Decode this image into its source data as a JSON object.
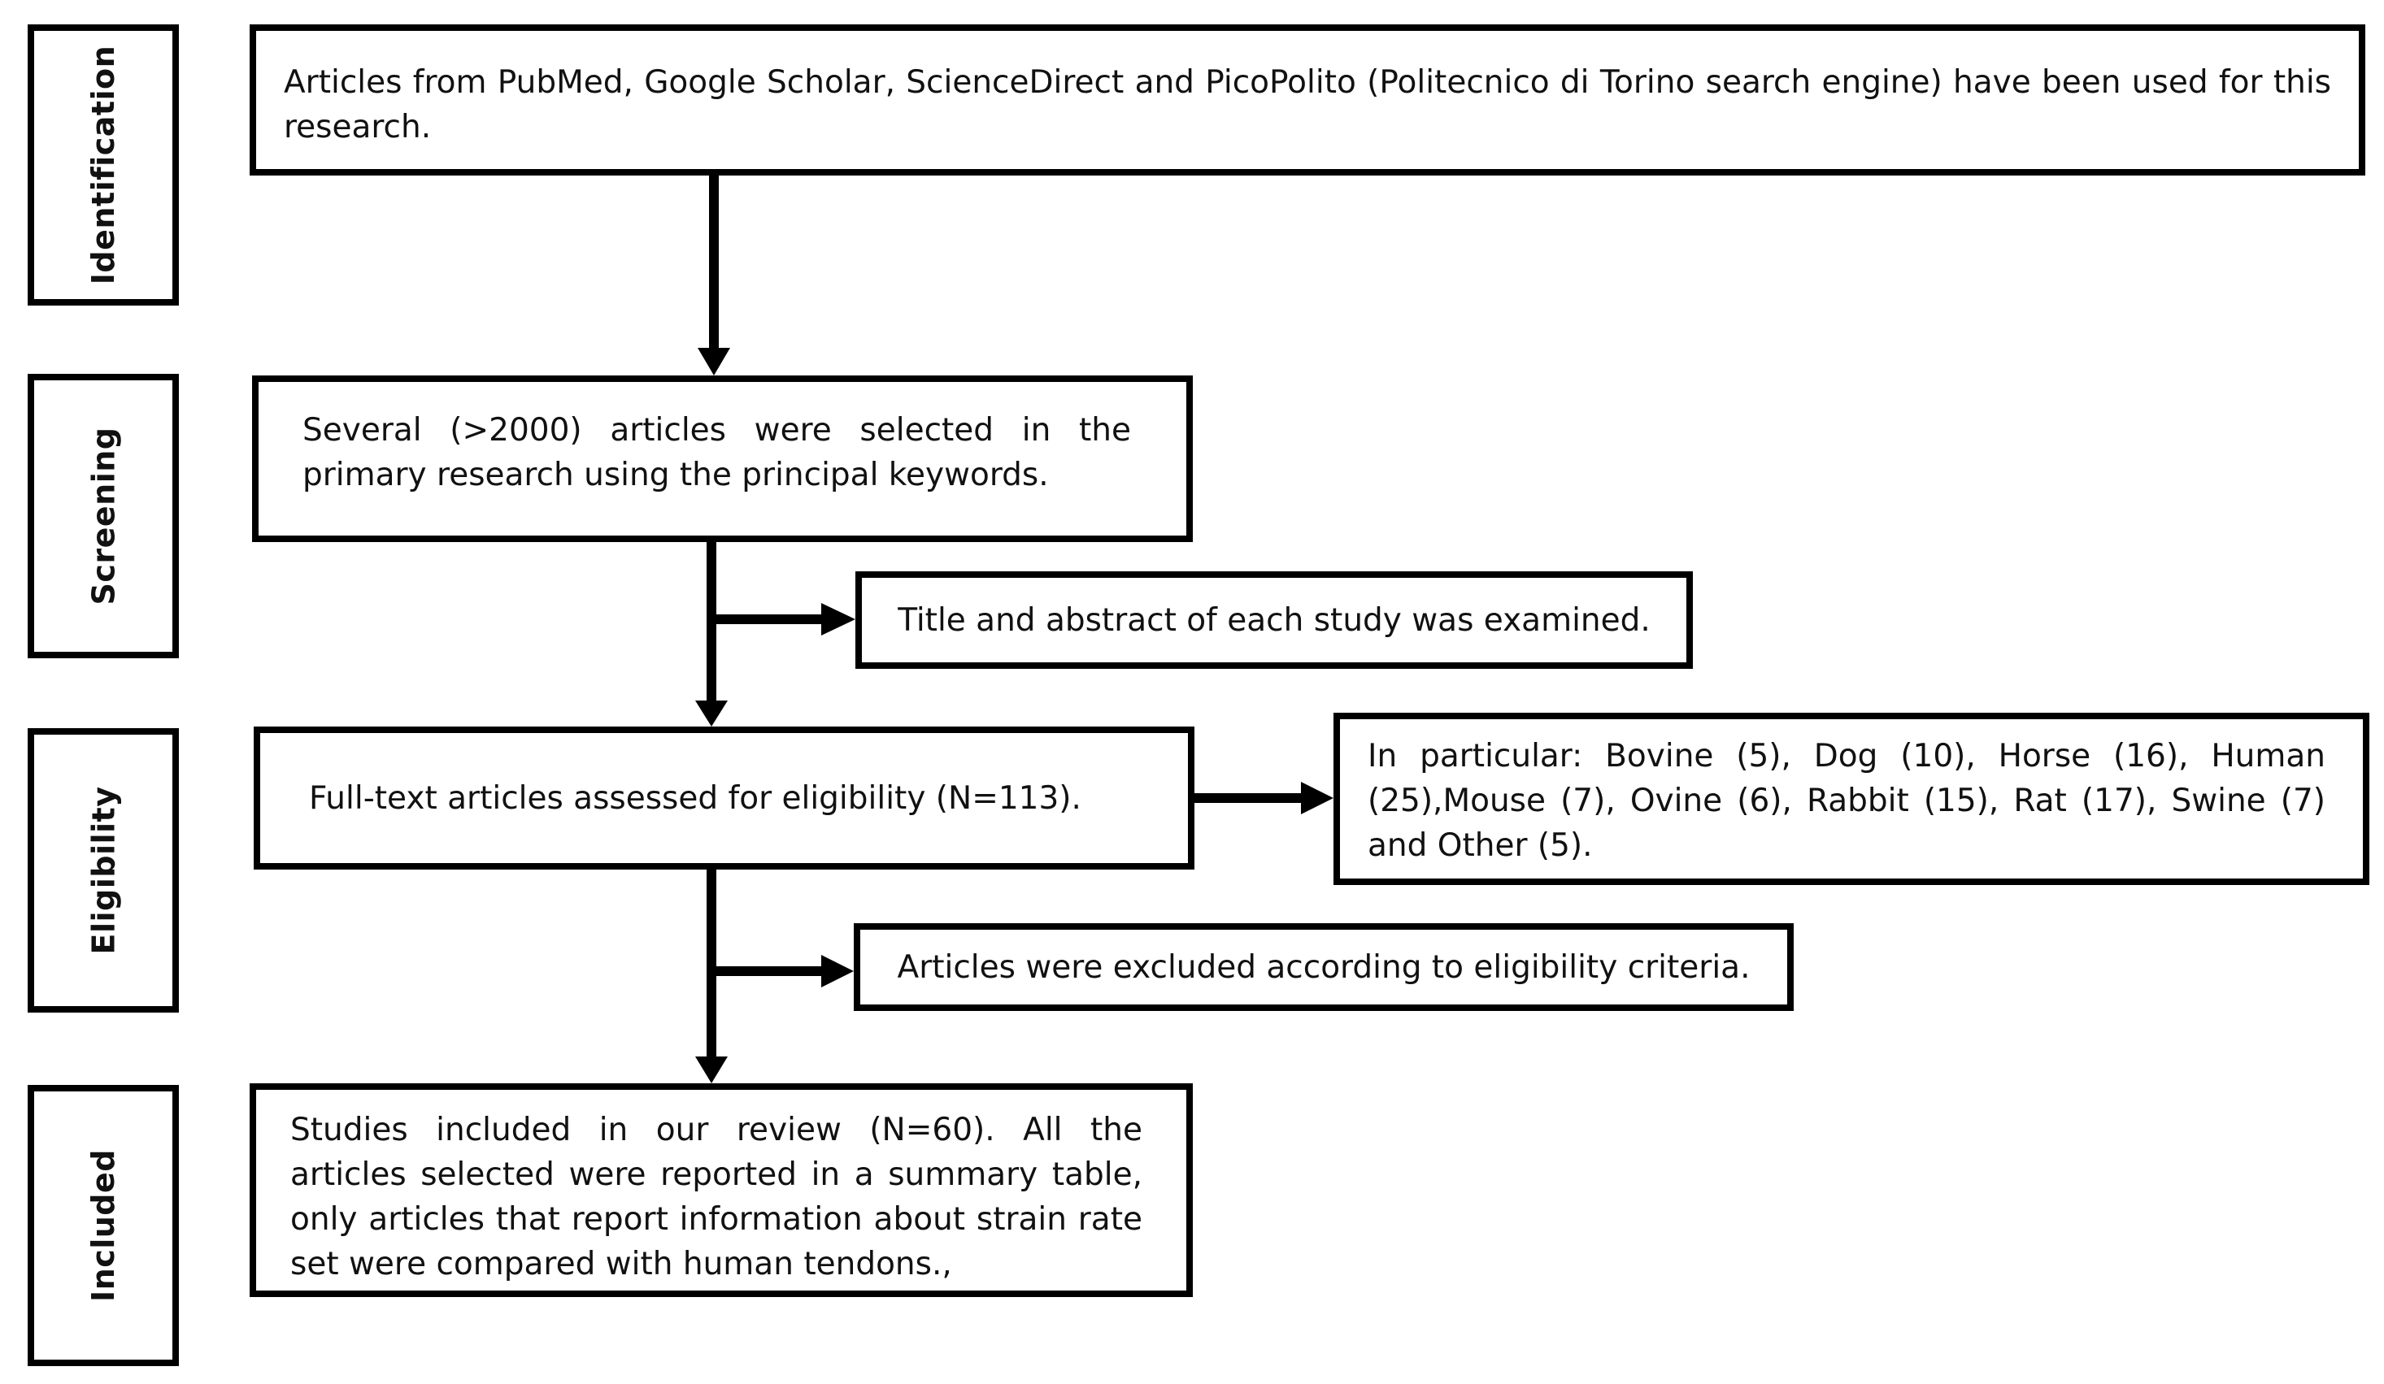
{
  "stages": {
    "identification": "Identification",
    "screening": "Screening",
    "eligibility": "Eligibility",
    "included": "Included"
  },
  "boxes": {
    "identification_text": "Articles from PubMed, Google Scholar, ScienceDirect and PicoPolito (Politecnico di Torino search engine) have been used for this research.",
    "screening_text": "Several (>2000) articles were selected in the primary research using the principal keywords.",
    "title_abstract_text": "Title and abstract of each study was examined.",
    "eligibility_text": "Full-text articles assessed for eligibility (N=113).",
    "species_text": "In particular: Bovine (5), Dog (10), Horse (16), Human (25),Mouse (7), Ovine (6), Rabbit (15), Rat (17), Swine (7) and Other (5).",
    "excluded_text": "Articles were excluded according to eligibility criteria.",
    "included_text": "Studies included in our review (N=60). All the articles selected were reported in a summary table, only articles that report information about strain rate set were compared with human tendons.,"
  }
}
